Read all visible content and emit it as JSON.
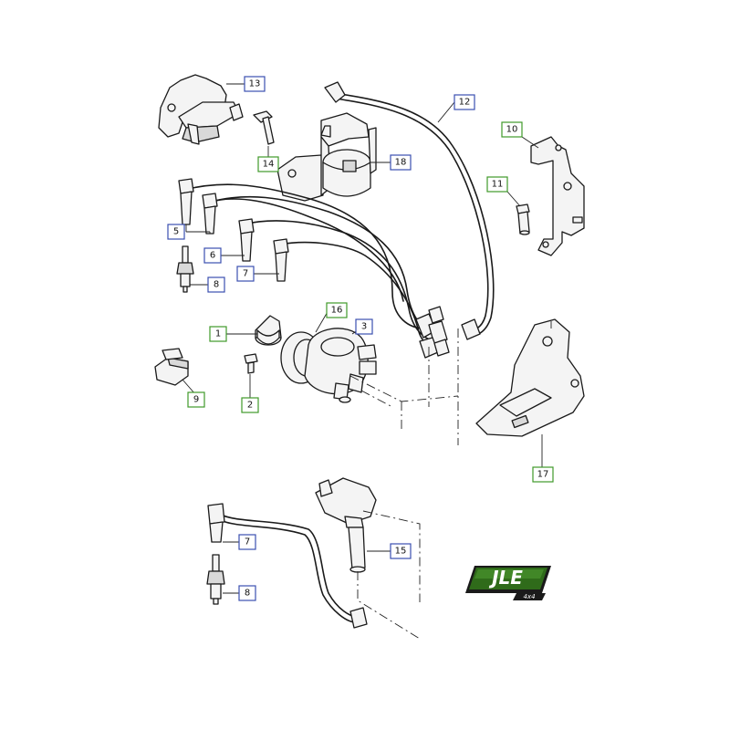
{
  "callouts": {
    "c1": "1",
    "c2": "2",
    "c3": "3",
    "c5": "5",
    "c6": "6",
    "c7a": "7",
    "c7b": "7",
    "c8a": "8",
    "c8b": "8",
    "c9": "9",
    "c10": "10",
    "c11": "11",
    "c12": "12",
    "c13": "13",
    "c14": "14",
    "c15": "15",
    "c16": "16",
    "c17": "17",
    "c18": "18"
  },
  "callout_colors": {
    "green": "#3f9a2a",
    "blue": "#3b4fb0"
  },
  "logo": {
    "text": "JLE",
    "sub": "4x4",
    "colors": {
      "green": "#2f6b1a",
      "dark": "#1a1a1a"
    }
  }
}
